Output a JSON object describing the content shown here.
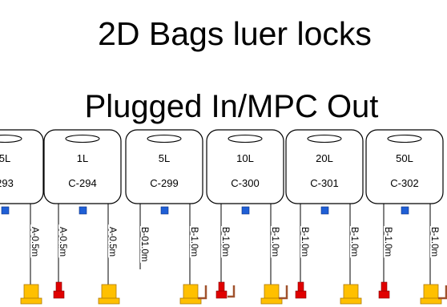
{
  "header": {
    "title": "2D Bags luer locks",
    "subtitle": "Plugged In/MPC Out"
  },
  "colors": {
    "connector_yellow": "#FFC000",
    "connector_red": "#E00000",
    "connector_brown": "#A0522D",
    "port_blue": "#1F5FD6",
    "line": "#000000"
  },
  "bags": [
    {
      "volume": "5L",
      "code": "293",
      "tubes": [
        {
          "label": "",
          "end": "none"
        },
        {
          "label": "A-0.5m",
          "end": "yellow"
        }
      ]
    },
    {
      "volume": "1L",
      "code": "C-294",
      "tubes": [
        {
          "label": "A-0.5m",
          "end": "red"
        },
        {
          "label": "A-0.5m",
          "end": "yellow"
        }
      ]
    },
    {
      "volume": "5L",
      "code": "C-299",
      "tubes": [
        {
          "label": "B-01.0m",
          "end": "none"
        },
        {
          "label": "B-1.0m",
          "end": "yellow-brown"
        }
      ]
    },
    {
      "volume": "10L",
      "code": "C-300",
      "tubes": [
        {
          "label": "B-1.0m",
          "end": "red-brown"
        },
        {
          "label": "B-1.0m",
          "end": "yellow-brown"
        }
      ]
    },
    {
      "volume": "20L",
      "code": "C-301",
      "tubes": [
        {
          "label": "B-1.0m",
          "end": "red"
        },
        {
          "label": "B-1.0m",
          "end": "yellow"
        }
      ]
    },
    {
      "volume": "50L",
      "code": "C-302",
      "tubes": [
        {
          "label": "B-1.0m",
          "end": "red"
        },
        {
          "label": "B-1.0m",
          "end": "yellow-brown"
        }
      ]
    }
  ]
}
